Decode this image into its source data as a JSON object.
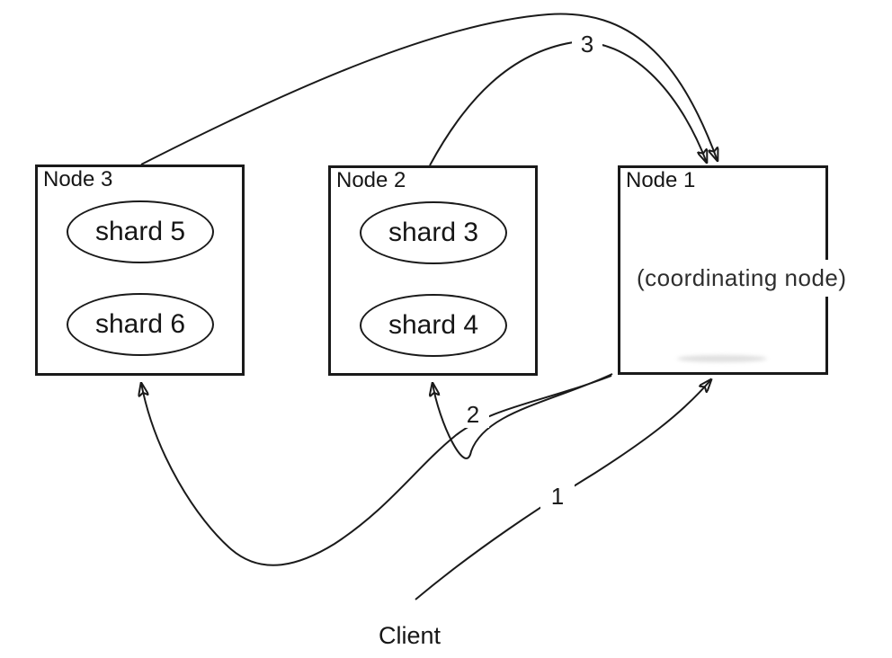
{
  "diagram": {
    "nodes": [
      {
        "id": "node-3",
        "label": "Node 3",
        "shards": [
          "shard 5",
          "shard 6"
        ]
      },
      {
        "id": "node-2",
        "label": "Node 2",
        "shards": [
          "shard 3",
          "shard 4"
        ]
      },
      {
        "id": "node-1",
        "label": "Node 1",
        "sublabel": "(coordinating node)",
        "shards": []
      }
    ],
    "client_label": "Client",
    "step_labels": [
      "1",
      "2",
      "3"
    ],
    "arrows": [
      {
        "label": "1",
        "from": "Client",
        "to": "Node 1"
      },
      {
        "label": "2",
        "from": "Node 1",
        "to": "Node 2"
      },
      {
        "label": "2",
        "from": "Node 1",
        "to": "Node 3"
      },
      {
        "label": "3",
        "from": "Node 3",
        "to": "Node 1"
      },
      {
        "label": "3",
        "from": "Node 2",
        "to": "Node 1"
      }
    ],
    "colors": {
      "stroke": "#1a1a1a",
      "background": "#ffffff",
      "text": "#161616"
    }
  }
}
